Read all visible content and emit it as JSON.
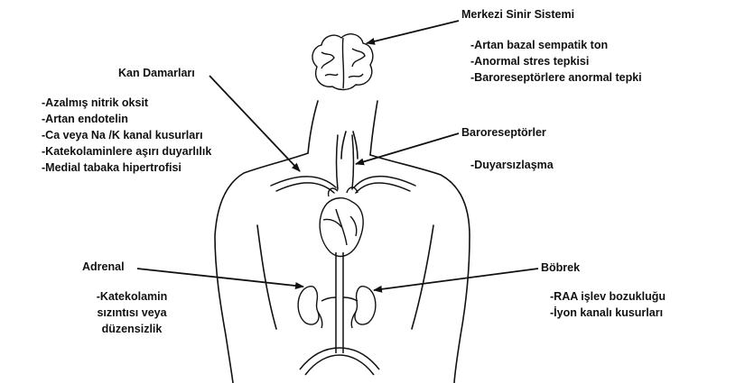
{
  "labels": {
    "cns": "Merkezi Sinir Sistemi",
    "vessels": "Kan Damarları",
    "baroreceptors": "Baroreseptörler",
    "adrenal": "Adrenal",
    "kidney": "Böbrek"
  },
  "cns_items": [
    "-Artan bazal sempatik ton",
    "-Anormal stres tepkisi",
    "-Baroreseptörlere anormal tepki"
  ],
  "vessel_items": [
    "-Azalmış nitrik oksit",
    "-Artan endotelin",
    "-Ca veya Na /K kanal kusurları",
    "-Katekolaminlere aşırı duyarlılık",
    "-Medial tabaka hipertrofisi"
  ],
  "baroreceptor_items": [
    "-Duyarsızlaşma"
  ],
  "adrenal_items": [
    "-Katekolamin",
    "sızıntısı veya",
    "düzensizlik"
  ],
  "kidney_items": [
    "-RAA işlev bozukluğu",
    "-İyon kanalı kusurları"
  ],
  "colors": {
    "ink": "#111111",
    "background": "#ffffff"
  },
  "icons": [
    "brain-icon",
    "heart-icon",
    "left-kidney-icon",
    "right-kidney-icon",
    "aorta-icon"
  ]
}
